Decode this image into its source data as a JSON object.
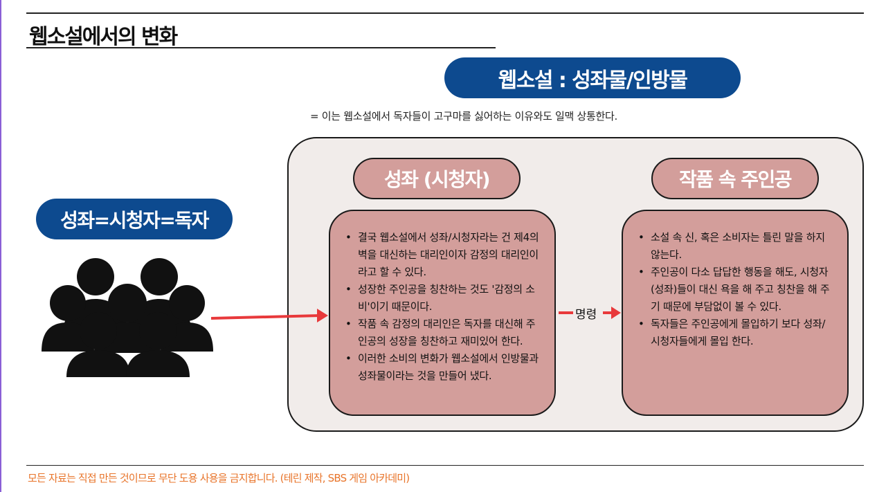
{
  "title": "웹소설에서의 변화",
  "web_novel_pill": "웹소설 : 성좌물/인방물",
  "note": "= 이는 웹소설에서 독자들이 고구마를 싫어하는 이유와도 일맥 상통한다.",
  "reader_pill": "성좌=시청자=독자",
  "left_heading": "성좌 (시청자)",
  "right_heading": "작품 속 주인공",
  "left_bullets": [
    "결국 웹소설에서 성좌/시청자라는 건 제4의 벽을 대신하는 대리인이자 감정의 대리인이라고 할 수 있다.",
    "성장한 주인공을 칭찬하는 것도 '감정의 소비'이기 때문이다.",
    "작품 속 감정의 대리인은 독자를 대신해 주인공의 성장을 칭찬하고 재미있어 한다.",
    "이러한 소비의 변화가 웹소설에서 인방물과 성좌물이라는 것을 만들어 냈다."
  ],
  "right_bullets": [
    "소설 속 신, 혹은 소비자는 틀린 말을 하지 않는다.",
    "주인공이 다소 답답한 행동을 해도, 시청자(성좌)들이 대신 욕을 해 주고 칭찬을 해 주기 때문에 부담없이 볼 수 있다.",
    "독자들은 주인공에게 몰입하기 보다 성좌/시청자들에게 몰입 한다."
  ],
  "mid_arrow_label": "명령",
  "footer": "모든 자료는 직접 만든 것이므로 무단 도용 사용을 금지합니다. (테린 제작, SBS 게임 아카데미)",
  "icons": {
    "people": "people-group-icon"
  },
  "colors": {
    "navy": "#0d4a8f",
    "rose": "#d39e9b",
    "box_bg": "#f1ecea",
    "arrow_red": "#e8393b",
    "footer_orange": "#e8742a"
  }
}
